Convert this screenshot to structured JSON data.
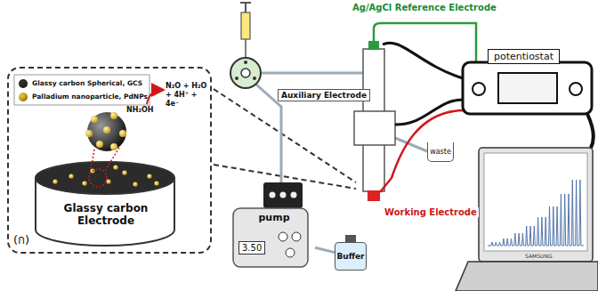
{
  "diagram": {
    "nodes": [
      {
        "text": [
          "(ก)"
        ]
      },
      {
        "text": [
          "Glassy carbon Electrode"
        ],
        "in": 0
      },
      {
        "text": [
          "potentiostat"
        ]
      },
      {
        "text": [
          "pump",
          "3.50"
        ]
      },
      {
        "text": [
          "Buffer"
        ]
      },
      {
        "text": [
          "Auxiliary Electrode"
        ]
      },
      {
        "text": [
          "waste"
        ]
      }
    ],
    "edges": [
      {
        "from": 4,
        "to": 3,
        "arrow": "none"
      }
    ],
    "labels": [
      "NH₂OH",
      "N₂O + H₂O + 4H⁺ + 4e⁻",
      "Ag/AgCl Reference Electrode",
      "Working Electrode",
      "SAMSUNG"
    ],
    "legend": [
      {
        "text": "Glassy carbon Spherical, GCS",
        "color": "#2e2e2e"
      },
      {
        "text": "Palladium nanoparticle, PdNPs",
        "color": "#e3b92a"
      }
    ]
  }
}
